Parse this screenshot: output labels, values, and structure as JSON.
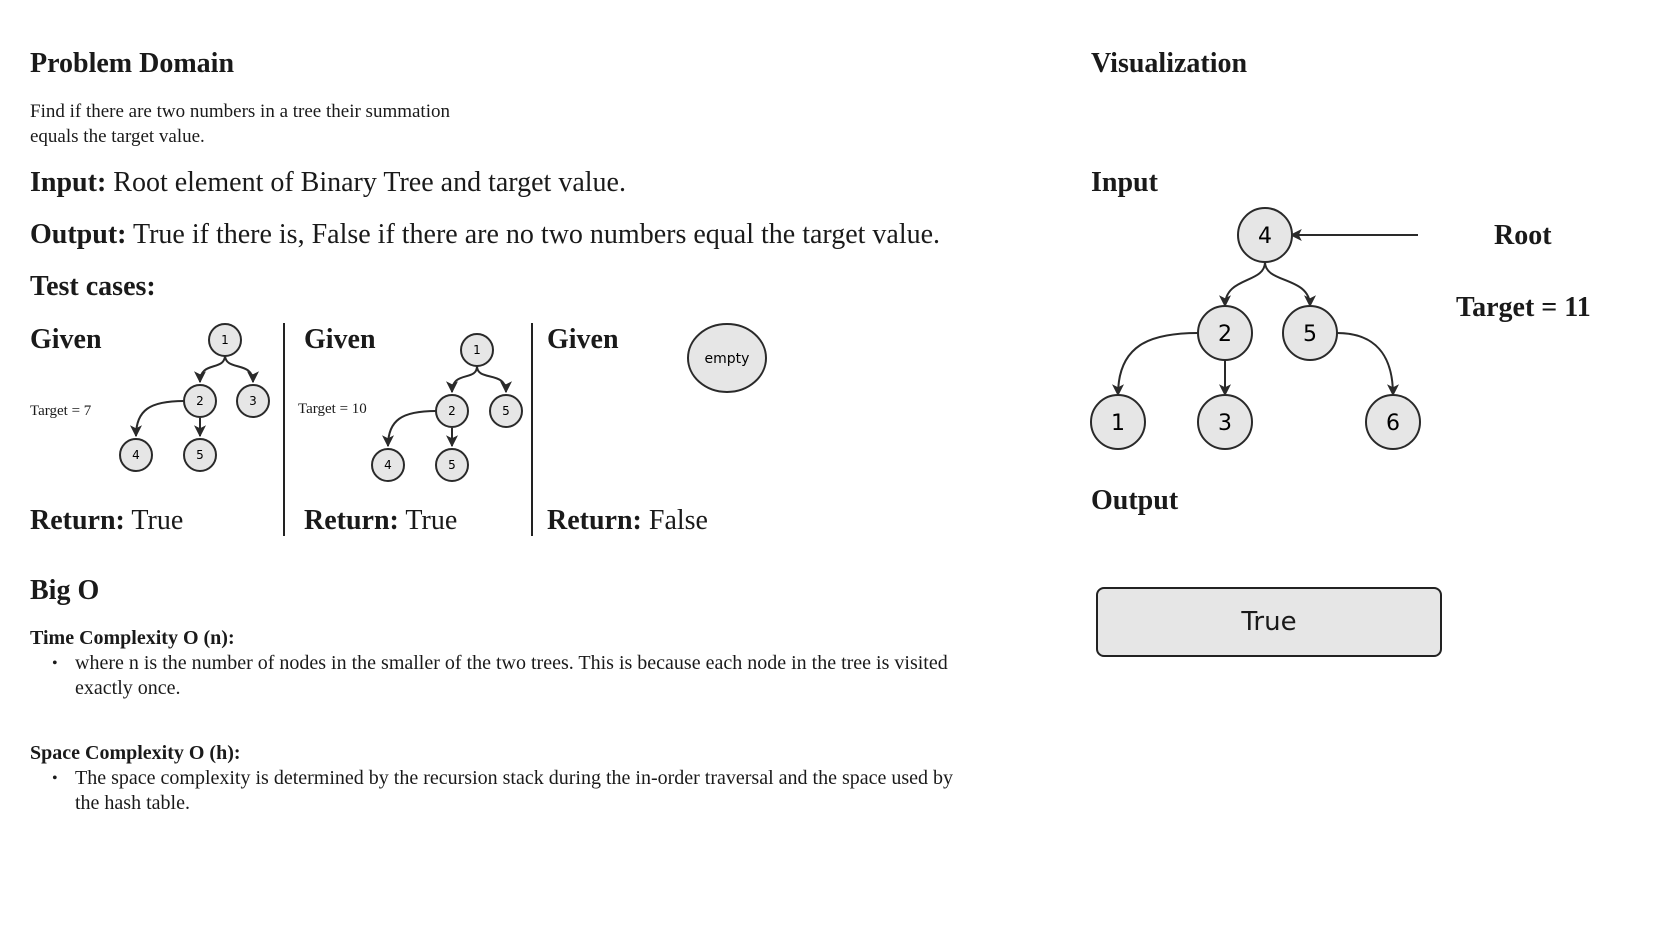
{
  "problem": {
    "heading": "Problem Domain",
    "description_line1": "Find if there are two numbers in a tree their summation",
    "description_line2": "equals the target value.",
    "input_label": "Input:",
    "input_text": " Root element of Binary Tree and target value.",
    "output_label": "Output:",
    "output_text": " True if there is, False if there are no two numbers equal the target value.",
    "test_cases_heading": "Test cases:"
  },
  "test_cases": [
    {
      "given": "Given",
      "target": "Target = 7",
      "return_label": "Return:",
      "return_value": " True",
      "nodes": [
        "1",
        "2",
        "3",
        "4",
        "5"
      ]
    },
    {
      "given": "Given",
      "target": "Target = 10",
      "return_label": "Return:",
      "return_value": " True",
      "nodes": [
        "1",
        "2",
        "5",
        "4",
        "5"
      ]
    },
    {
      "given": "Given",
      "empty_label": "empty",
      "return_label": "Return:",
      "return_value": " False"
    }
  ],
  "big_o": {
    "heading": "Big O",
    "time_heading": "Time Complexity O (n):",
    "time_bullet": "where n is the number of nodes in the smaller of the two trees. This is because each node in the tree is visited exactly once.",
    "space_heading": "Space Complexity O (h):",
    "space_bullet": "The space complexity is determined by the recursion stack during the in-order traversal and the space used by the hash table."
  },
  "visualization": {
    "heading": "Visualization",
    "input_heading": "Input",
    "root_label": "Root",
    "target_label": "Target = 11",
    "nodes": [
      "4",
      "2",
      "5",
      "1",
      "3",
      "6"
    ],
    "output_heading": "Output",
    "output_value": "True"
  }
}
